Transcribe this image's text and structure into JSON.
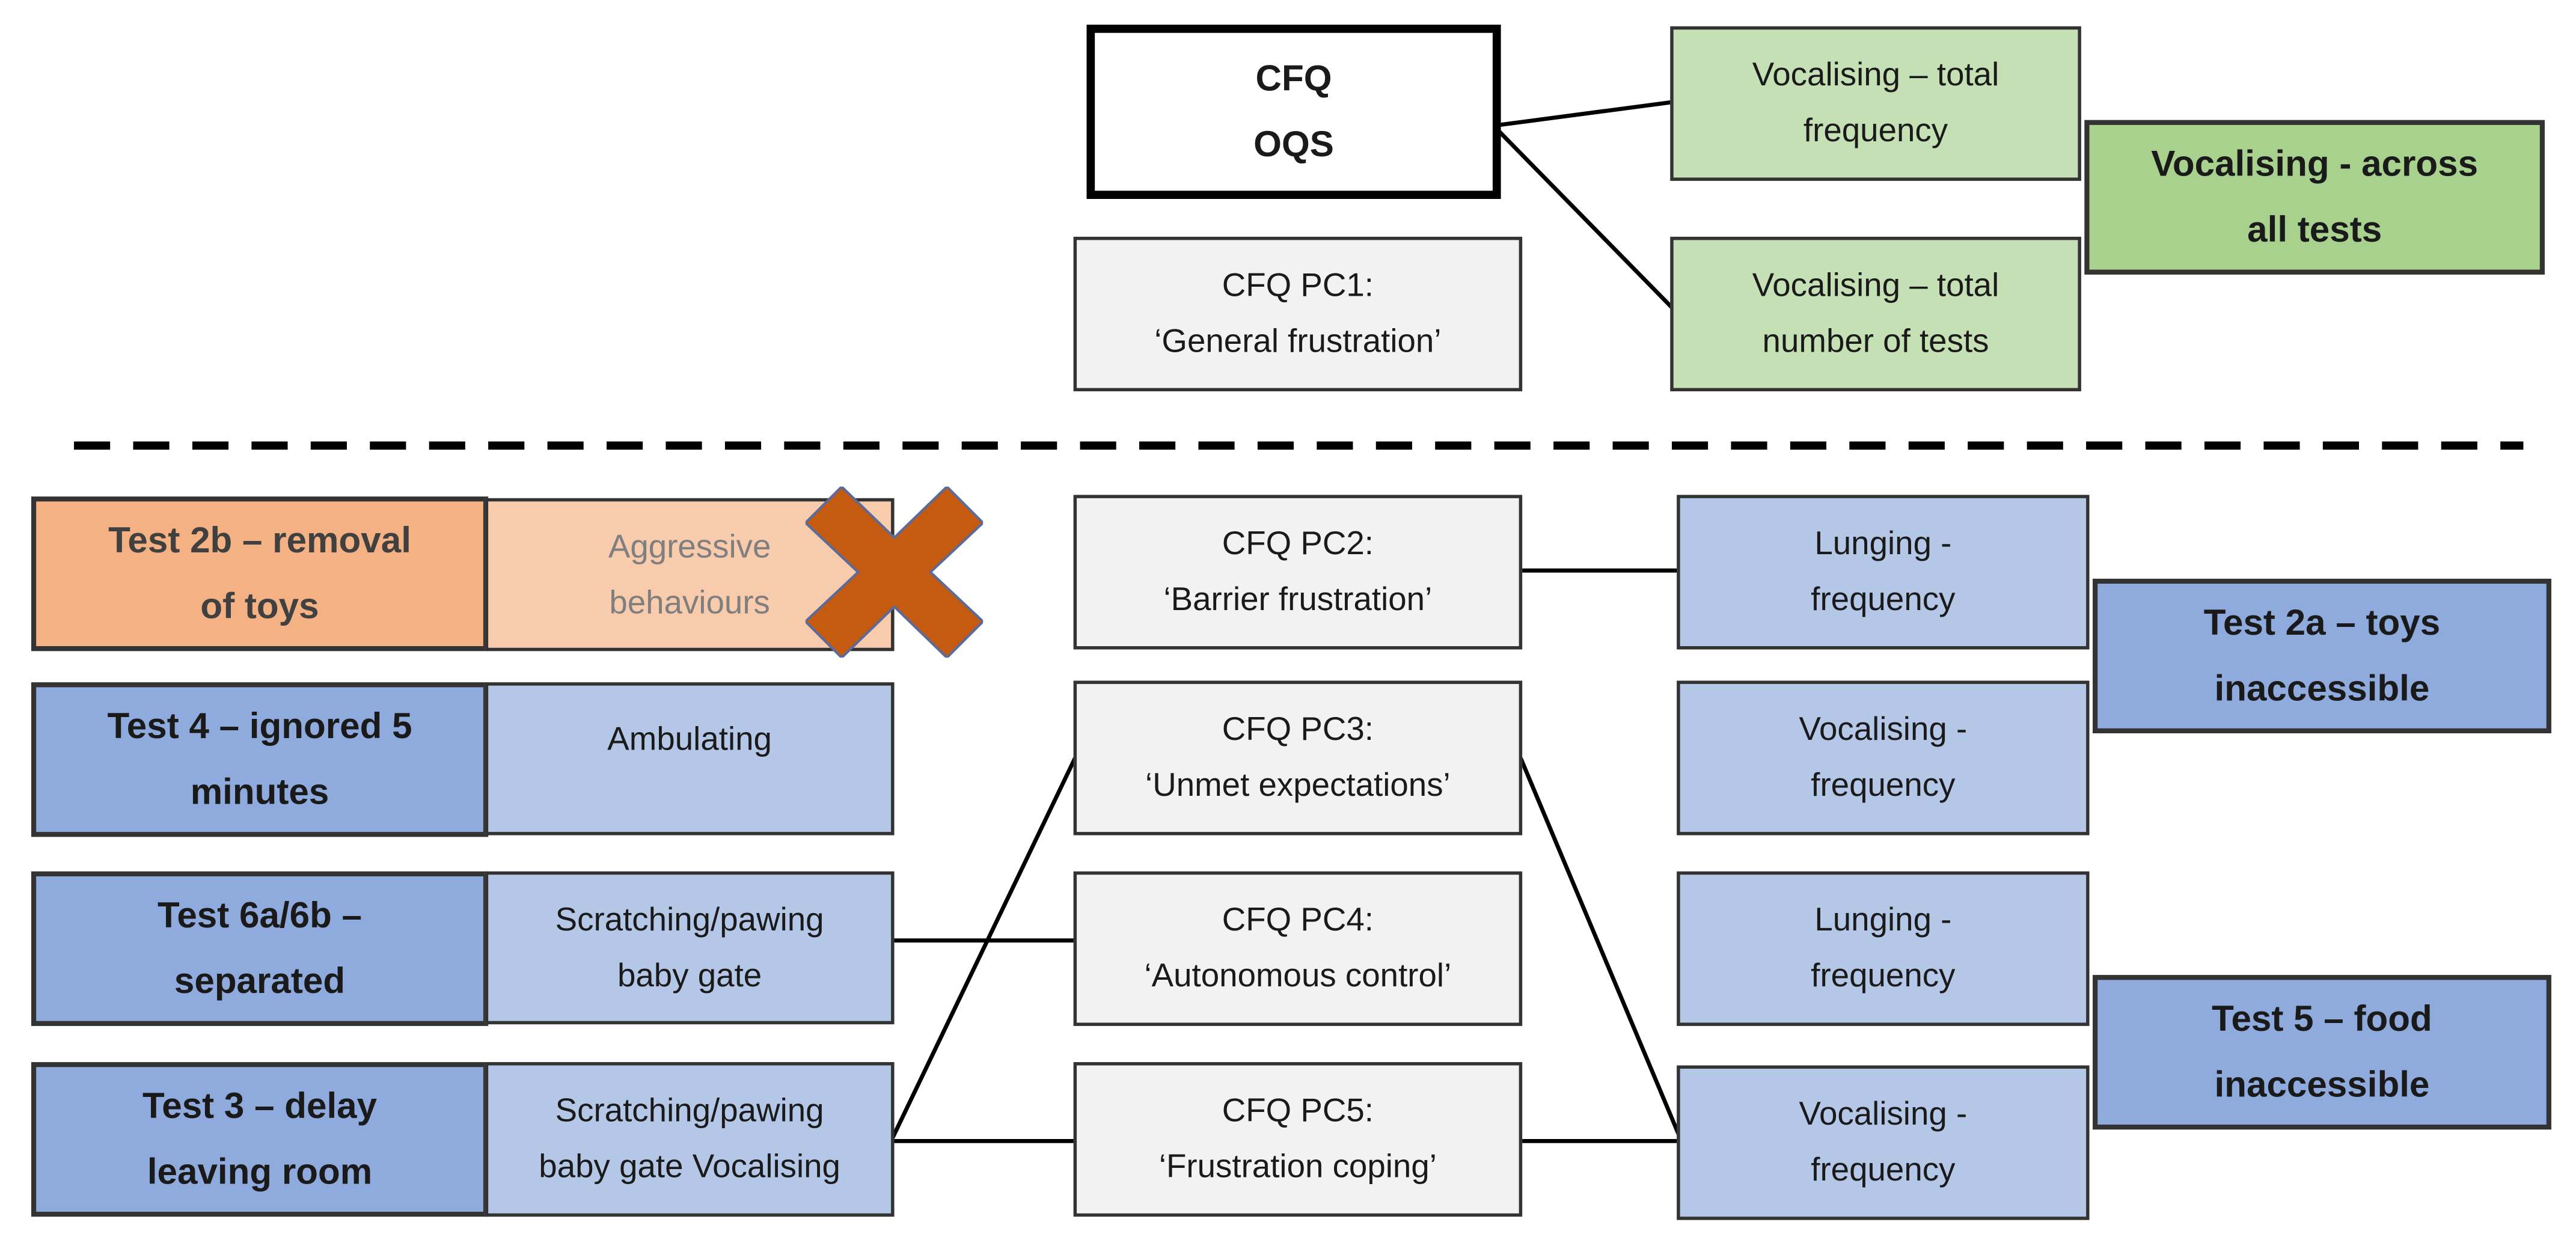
{
  "colors": {
    "light_green": "#c5e0b4",
    "dark_green": "#a9d18e",
    "light_blue": "#b4c7e7",
    "dark_blue": "#8faadc",
    "light_orange": "#f8cbad",
    "dark_orange": "#f4b183",
    "grey": "#f2f2f2",
    "cross": "#c55a11"
  },
  "top": {
    "cfq_oqs": "CFQ\nOQS",
    "pc1": "CFQ PC1:\n‘General frustration’",
    "voc_total_freq": "Vocalising – total\nfrequency",
    "voc_total_tests": "Vocalising – total\nnumber of tests",
    "voc_all_tests": "Vocalising - across\nall tests"
  },
  "tests": {
    "test2b": "Test 2b – removal\nof toys",
    "test4": "Test 4 – ignored 5\nminutes",
    "test6": "Test 6a/6b –\nseparated",
    "test3": "Test 3 – delay\nleaving room",
    "test2a": "Test 2a – toys\ninaccessible",
    "test5": "Test 5 – food\ninaccessible"
  },
  "behaviours_left": {
    "aggressive": "Aggressive\nbehaviours",
    "ambulating": "Ambulating",
    "scratching_gate": "Scratching/pawing\nbaby gate",
    "scratching_voc": "Scratching/pawing\nbaby gate Vocalising"
  },
  "pcs": {
    "pc2": "CFQ PC2:\n‘Barrier frustration’",
    "pc3": "CFQ PC3:\n‘Unmet expectations’",
    "pc4": "CFQ PC4:\n‘Autonomous control’",
    "pc5": "CFQ PC5:\n‘Frustration coping’"
  },
  "behaviours_right": {
    "lunging1": "Lunging -\nfrequency",
    "vocalising1": "Vocalising -\nfrequency",
    "lunging2": "Lunging -\nfrequency",
    "vocalising2": "Vocalising -\nfrequency"
  }
}
